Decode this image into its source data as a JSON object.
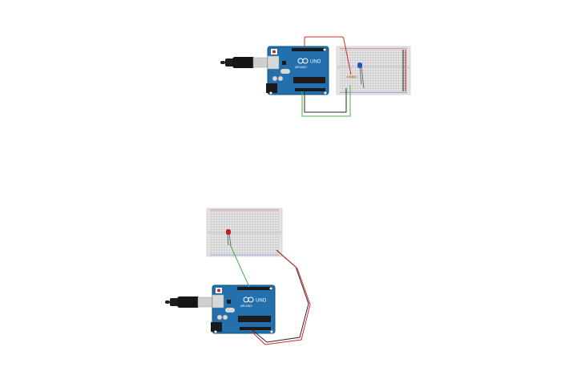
{
  "circuits": [
    {
      "arduino": {
        "brand_label": "UNO",
        "logo_text": "ARDUINO"
      },
      "led_color": "#1e56c8"
    },
    {
      "arduino": {
        "brand_label": "UNO",
        "logo_text": "ARDUINO"
      },
      "led_color": "#c0201c"
    }
  ],
  "colors": {
    "board_blue": "#1f6ea8",
    "breadboard": "#e3e3e3",
    "wire_red": "#d42a2a",
    "wire_black": "#2a2a2a",
    "wire_green": "#43b04a"
  }
}
